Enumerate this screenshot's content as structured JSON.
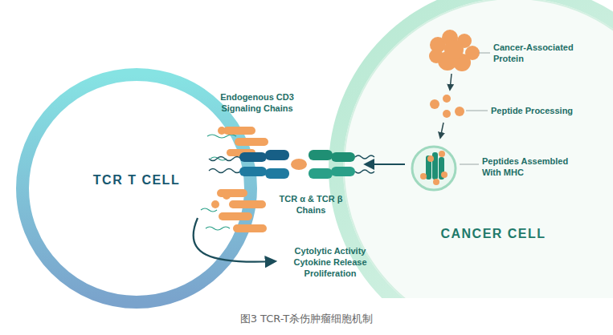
{
  "diagram": {
    "caption": "图3 TCR-T杀伤肿瘤细胞机制",
    "nodes": [
      {
        "text": [
          "TCR T CELL"
        ]
      },
      {
        "text": [
          "CANCER CELL"
        ]
      },
      {
        "text": [
          "Peptides Assembled With MHC"
        ],
        "in": 1
      }
    ],
    "labels": [
      "Endogenous CD3 Signaling Chains",
      "TCR α & TCR β Chains",
      "Cytolytic Activity Cytokine Release Proliferation",
      "Cancer-Associated Protein",
      "Peptide Processing"
    ]
  }
}
